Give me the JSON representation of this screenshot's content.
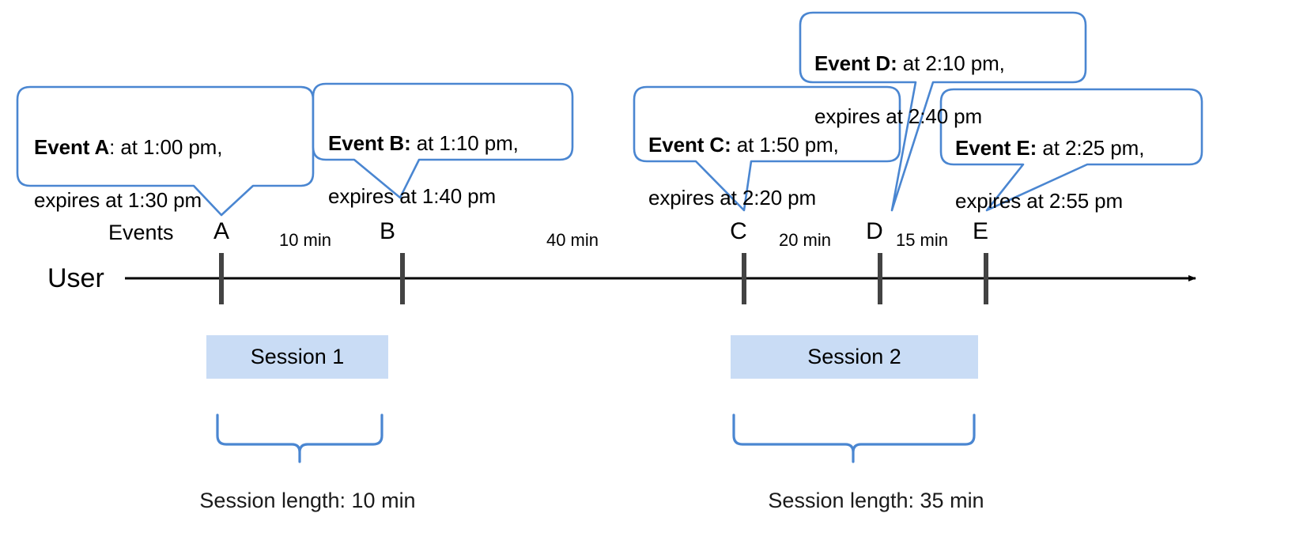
{
  "diagram": {
    "title_axis_label": "User",
    "events_row_label": "Events",
    "accent_blue": "#4a86d1",
    "session_fill": "#c9dcf5",
    "tick_color": "#434343",
    "axis_color": "#000000"
  },
  "callouts": [
    {
      "id": "A",
      "bold": "Event A",
      "rest": ": at 1:00 pm,",
      "line2": "expires at 1:30 pm"
    },
    {
      "id": "B",
      "bold": "Event B:",
      "rest": " at 1:10 pm,",
      "line2": "expires at 1:40 pm"
    },
    {
      "id": "C",
      "bold": "Event C:",
      "rest": " at 1:50 pm,",
      "line2": "expires at 2:20 pm"
    },
    {
      "id": "D",
      "bold": "Event D:",
      "rest": " at 2:10 pm,",
      "line2": "expires at 2:40 pm"
    },
    {
      "id": "E",
      "bold": "Event E:",
      "rest": " at 2:25 pm,",
      "line2": "expires at 2:55 pm"
    }
  ],
  "markers": [
    {
      "label": "A"
    },
    {
      "label": "B"
    },
    {
      "label": "C"
    },
    {
      "label": "D"
    },
    {
      "label": "E"
    }
  ],
  "gaps": [
    {
      "label": "10 min"
    },
    {
      "label": "40 min"
    },
    {
      "label": "20 min"
    },
    {
      "label": "15 min"
    }
  ],
  "sessions": [
    {
      "label": "Session 1",
      "caption": "Session length: 10 min"
    },
    {
      "label": "Session 2",
      "caption": "Session length: 35 min"
    }
  ],
  "chart_data": {
    "type": "timeline",
    "title": "User session windowing by event expiry",
    "axis": {
      "name": "User",
      "direction": "time-increasing-right"
    },
    "events": [
      {
        "id": "A",
        "time": "1:00 pm",
        "expires": "1:30 pm",
        "session": "Session 1"
      },
      {
        "id": "B",
        "time": "1:10 pm",
        "expires": "1:40 pm",
        "session": "Session 1"
      },
      {
        "id": "C",
        "time": "1:50 pm",
        "expires": "2:20 pm",
        "session": "Session 2"
      },
      {
        "id": "D",
        "time": "2:10 pm",
        "expires": "2:40 pm",
        "session": "Session 2"
      },
      {
        "id": "E",
        "time": "2:25 pm",
        "expires": "2:55 pm",
        "session": "Session 2"
      }
    ],
    "intervals": [
      {
        "from": "A",
        "to": "B",
        "label": "10 min",
        "minutes": 10
      },
      {
        "from": "B",
        "to": "C",
        "label": "40 min",
        "minutes": 40
      },
      {
        "from": "C",
        "to": "D",
        "label": "20 min",
        "minutes": 20
      },
      {
        "from": "D",
        "to": "E",
        "label": "15 min",
        "minutes": 15
      }
    ],
    "sessions": [
      {
        "name": "Session 1",
        "events": [
          "A",
          "B"
        ],
        "length_label": "Session length: 10 min",
        "length_minutes": 10
      },
      {
        "name": "Session 2",
        "events": [
          "C",
          "D",
          "E"
        ],
        "length_label": "Session length: 35 min",
        "length_minutes": 35
      }
    ]
  }
}
